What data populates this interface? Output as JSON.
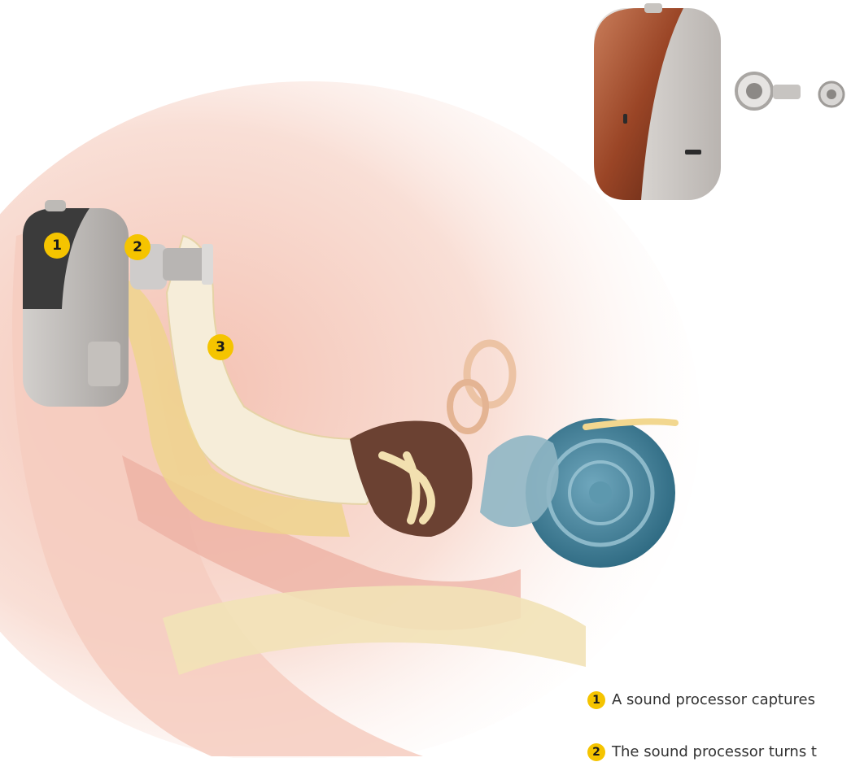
{
  "markers": [
    {
      "number": "1",
      "target": "sound-processor"
    },
    {
      "number": "2",
      "target": "abutment"
    },
    {
      "number": "3",
      "target": "skull-bone"
    }
  ],
  "captions": [
    {
      "number": "1",
      "text": "A sound processor captures"
    },
    {
      "number": "2",
      "text": "The sound processor turns t"
    }
  ],
  "colors": {
    "accent": "#f5c400",
    "processor_copper": "#9a4526",
    "processor_silver": "#d8d4d0",
    "bone": "#f1e3c4",
    "cochlea": "#3f7f9b",
    "skin": "#f3c6b8"
  }
}
